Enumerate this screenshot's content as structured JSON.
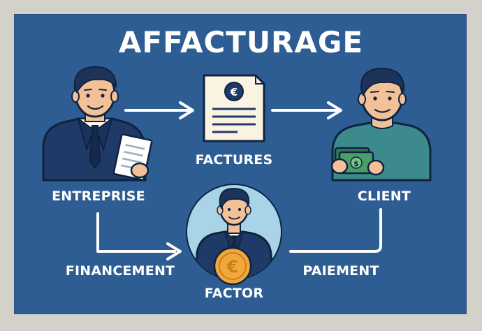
{
  "title": "AFFACTURAGE",
  "nodes": {
    "entreprise": "ENTREPRISE",
    "factures": "FACTURES",
    "client": "CLIENT",
    "factor": "FACTOR"
  },
  "edges": {
    "financement": "FINANCEMENT",
    "paiement": "PAIEMENT"
  },
  "icons": {
    "invoice_symbol": "€",
    "coin_symbol": "€",
    "cash_symbol": "$"
  },
  "colors": {
    "background": "#2e5d94",
    "frame": "#d4d1cb",
    "text": "#ffffff",
    "suit": "#1f3a66",
    "skin": "#f2c197",
    "hair": "#1d3357",
    "client_shirt": "#3d8a8c",
    "coin": "#f0a83a",
    "cash": "#4a9e6a"
  }
}
